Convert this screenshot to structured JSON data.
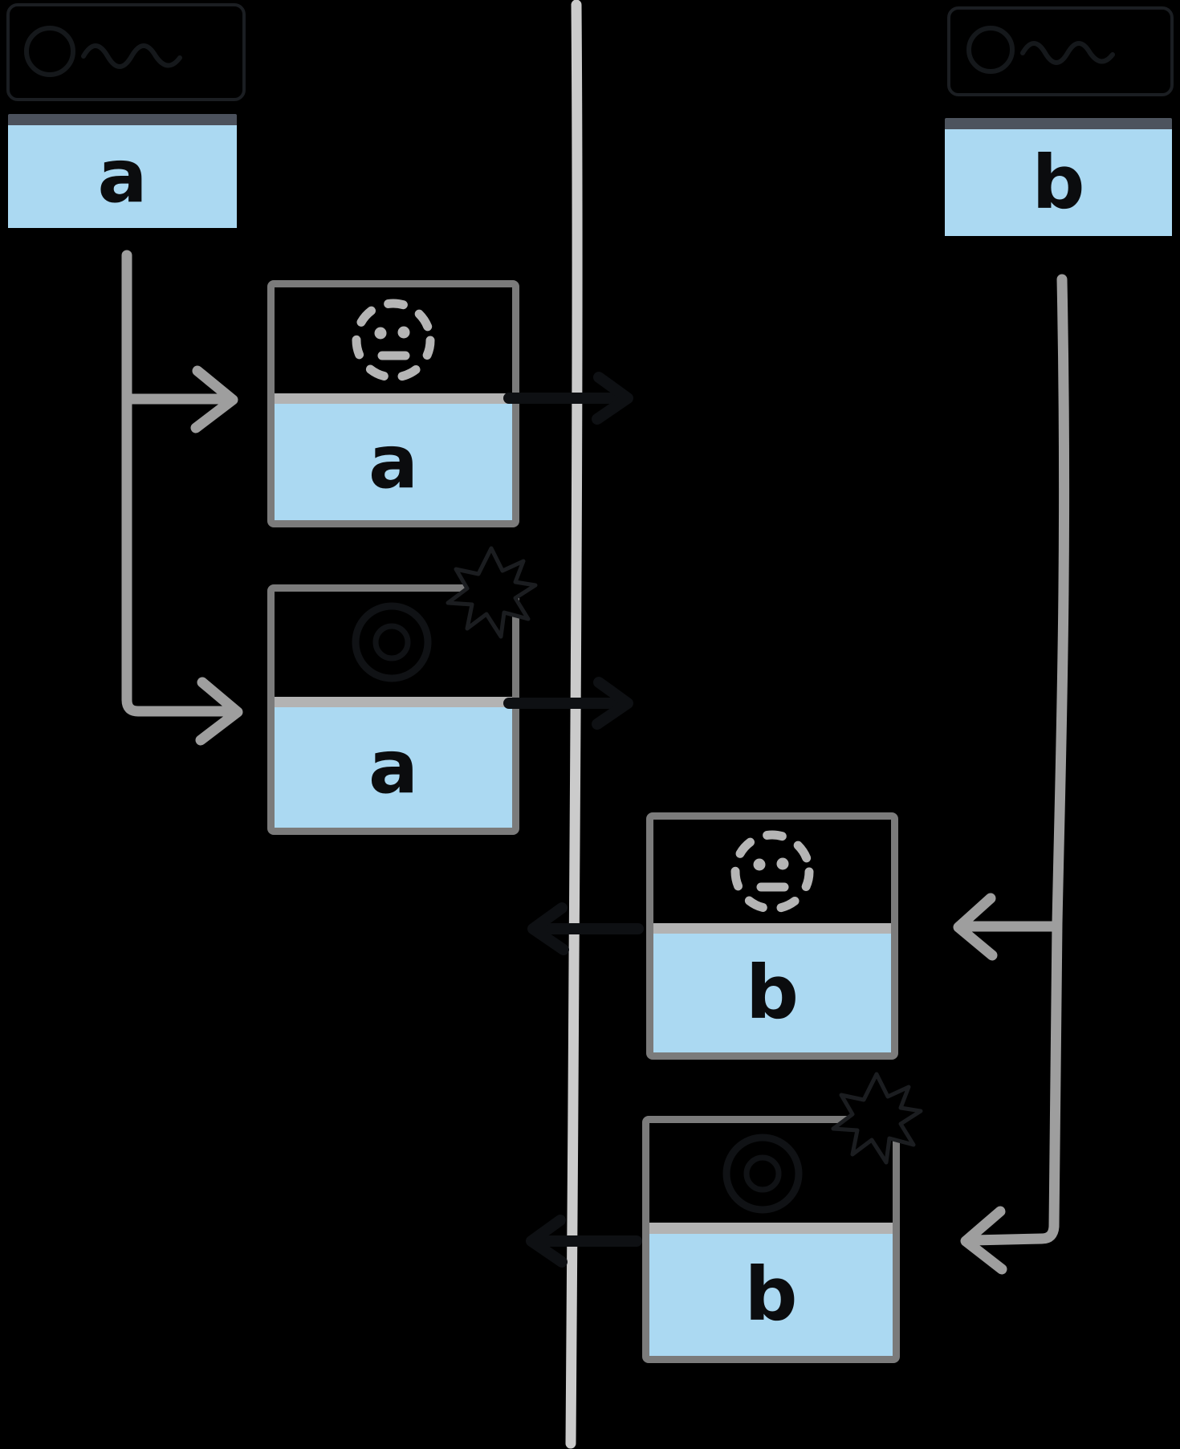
{
  "windows": {
    "a": {
      "label": "a"
    },
    "b": {
      "label": "b"
    }
  },
  "boxes": {
    "left1": {
      "label": "a",
      "face": "dotted-circle-neutral-face"
    },
    "left2": {
      "label": "a",
      "face": "hidden-scribble-face",
      "corner": "collision-burst"
    },
    "right1": {
      "label": "b",
      "face": "dotted-circle-neutral-face"
    },
    "right2": {
      "label": "b",
      "face": "hidden-scribble-face",
      "corner": "collision-burst"
    }
  },
  "icons": {
    "face": "dotted-circle-neutral-face-icon",
    "burst": "collision-burst-icon"
  },
  "colors": {
    "background": "#000000",
    "window_fill": "#abd9f2",
    "window_titlebar": "#4b515c",
    "box_border": "#7b7b7b",
    "box_divider": "#b3b3b3",
    "face_stroke": "#b5b5b5",
    "tree_arrow": "#9e9e9e",
    "center_line": "#cbcbcb",
    "letter": "#0b0c0e"
  }
}
